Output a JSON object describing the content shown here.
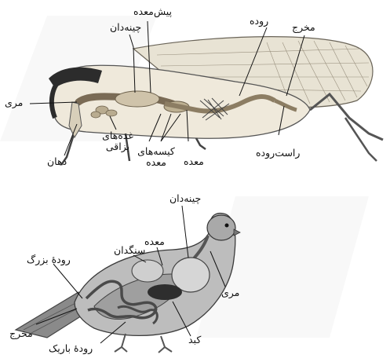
{
  "diagram": {
    "grasshopper_labels": {
      "pish_medeh": "پیش‌معده",
      "chineh_dan": "چینه‌دان",
      "rudeh": "روده",
      "makhraj": "مخرج",
      "meri": "مری",
      "ghodeh_haye_bozaghi_1": "غده‌های",
      "ghodeh_haye_bozaghi_2": "بزاقی",
      "dahan": "دهان",
      "kiseh_haye_medeh_1": "کیسه‌های",
      "kiseh_haye_medeh_2": "معده",
      "medeh": "معده",
      "rast_rudeh": "راست‌روده"
    },
    "pigeon_labels": {
      "chineh_dan": "چینه‌دان",
      "medeh": "معده",
      "sangdan": "سنگدان",
      "rudeh_bozorg": "رودهٔ بزرگ",
      "meri": "مری",
      "makhraj": "مخرج",
      "kabed": "کبد",
      "rudeh_barik": "رودهٔ باریک"
    }
  }
}
